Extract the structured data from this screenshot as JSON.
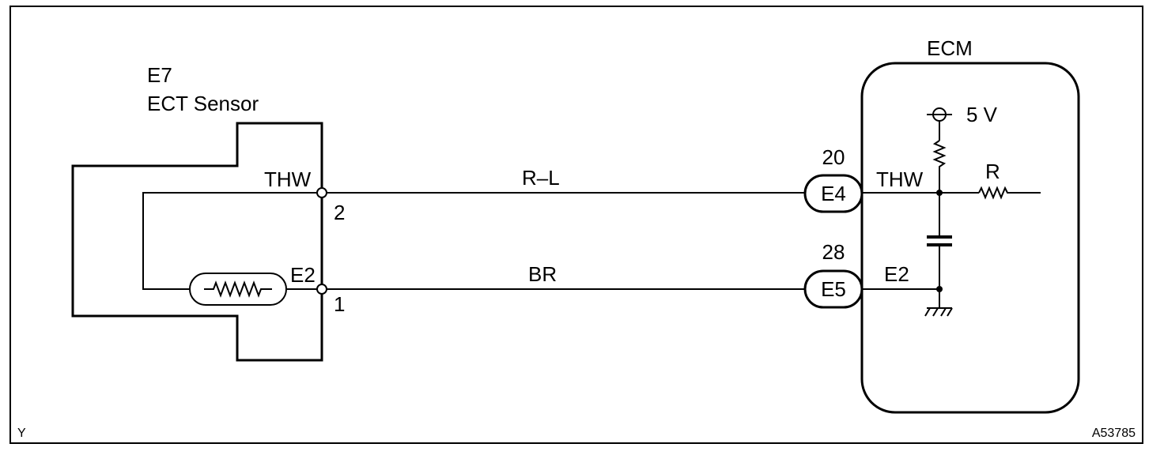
{
  "sensor": {
    "code": "E7",
    "name": "ECT Sensor",
    "pin_thw_label": "THW",
    "pin_e2_label": "E2",
    "pin_thw_number": "2",
    "pin_e2_number": "1"
  },
  "wires": {
    "upper_color": "R–L",
    "lower_color": "BR"
  },
  "connectors": {
    "upper": {
      "name": "E4",
      "pin": "20"
    },
    "lower": {
      "name": "E5",
      "pin": "28"
    }
  },
  "ecm": {
    "title": "ECM",
    "thw_label": "THW",
    "e2_label": "E2",
    "voltage_label": "5 V",
    "resistor_label": "R"
  },
  "corner_left": "Y",
  "figure_code": "A53785"
}
